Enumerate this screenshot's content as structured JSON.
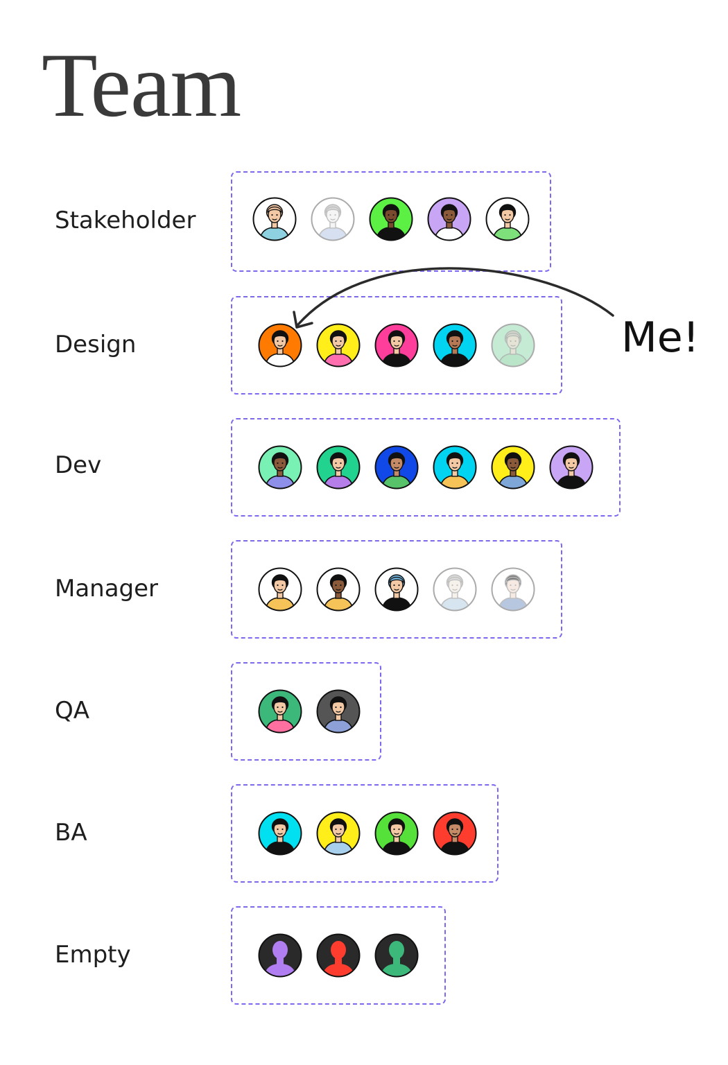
{
  "title": "Team",
  "annotation": "Me!",
  "rows": [
    {
      "label": "Stakeholder",
      "avatars": [
        {
          "name": "person-avatar",
          "bg": "#ffffff",
          "skin": "#f3c8a4",
          "hair": "#f0c2a0",
          "shirt": "#8ed1e0",
          "faded": false
        },
        {
          "name": "person-avatar",
          "bg": "#ffffff",
          "skin": "#f2f2f2",
          "hair": "#c8c8c8",
          "shirt": "#c9d6ec",
          "faded": true
        },
        {
          "name": "person-avatar",
          "bg": "#5cf045",
          "skin": "#7a4a2e",
          "hair": "#111111",
          "shirt": "#111111",
          "faded": false
        },
        {
          "name": "person-avatar",
          "bg": "#c9a6f5",
          "skin": "#8a5a3a",
          "hair": "#111111",
          "shirt": "#ffffff",
          "faded": false
        },
        {
          "name": "person-avatar",
          "bg": "#ffffff",
          "skin": "#f3c8a4",
          "hair": "#111111",
          "shirt": "#7de07a",
          "faded": false
        }
      ]
    },
    {
      "label": "Design",
      "avatars": [
        {
          "name": "person-avatar",
          "bg": "#ff7a00",
          "skin": "#f3c8a4",
          "hair": "#111111",
          "shirt": "#ffffff",
          "faded": false
        },
        {
          "name": "person-avatar",
          "bg": "#ffee1a",
          "skin": "#f3c8a4",
          "hair": "#111111",
          "shirt": "#ff6fb0",
          "faded": false
        },
        {
          "name": "person-avatar",
          "bg": "#ff3d9a",
          "skin": "#f3c8a4",
          "hair": "#111111",
          "shirt": "#111111",
          "faded": false
        },
        {
          "name": "person-avatar",
          "bg": "#00d4f0",
          "skin": "#b57a55",
          "hair": "#111111",
          "shirt": "#111111",
          "faded": false
        },
        {
          "name": "person-avatar",
          "bg": "#c5ebd5",
          "skin": "#eee0d5",
          "hair": "#d8cfc8",
          "shirt": "#b7e3c4",
          "faded": true
        }
      ]
    },
    {
      "label": "Dev",
      "avatars": [
        {
          "name": "person-avatar",
          "bg": "#79f0b4",
          "skin": "#8a5a3a",
          "hair": "#111111",
          "shirt": "#8e8fe8",
          "faded": false
        },
        {
          "name": "person-avatar",
          "bg": "#22d38f",
          "skin": "#f3c8a4",
          "hair": "#111111",
          "shirt": "#b67ee8",
          "faded": false
        },
        {
          "name": "person-avatar",
          "bg": "#1149e8",
          "skin": "#c58a66",
          "hair": "#111111",
          "shirt": "#58c26a",
          "faded": false
        },
        {
          "name": "person-avatar",
          "bg": "#00d4f0",
          "skin": "#f3c8a4",
          "hair": "#111111",
          "shirt": "#f6c358",
          "faded": false
        },
        {
          "name": "person-avatar",
          "bg": "#ffee1a",
          "skin": "#8a5a3a",
          "hair": "#111111",
          "shirt": "#7ea7d8",
          "faded": false
        },
        {
          "name": "person-avatar",
          "bg": "#c9a6f5",
          "skin": "#f3c8a4",
          "hair": "#111111",
          "shirt": "#111111",
          "faded": false
        }
      ]
    },
    {
      "label": "Manager",
      "avatars": [
        {
          "name": "person-avatar",
          "bg": "#ffffff",
          "skin": "#f3c8a4",
          "hair": "#111111",
          "shirt": "#f6c358",
          "faded": false
        },
        {
          "name": "person-avatar",
          "bg": "#ffffff",
          "skin": "#8a5a3a",
          "hair": "#111111",
          "shirt": "#f6c358",
          "faded": false
        },
        {
          "name": "person-avatar",
          "bg": "#ffffff",
          "skin": "#f3c8a4",
          "hair": "#6fb0d8",
          "shirt": "#111111",
          "faded": false
        },
        {
          "name": "person-avatar",
          "bg": "#ffffff",
          "skin": "#f5ece6",
          "hair": "#cccccc",
          "shirt": "#c8dcea",
          "faded": true
        },
        {
          "name": "person-avatar",
          "bg": "#ffffff",
          "skin": "#f3e3d8",
          "hair": "#555555",
          "shirt": "#9fb4d6",
          "faded": true
        }
      ]
    },
    {
      "label": "QA",
      "avatars": [
        {
          "name": "person-avatar",
          "bg": "#3cb87a",
          "skin": "#f3c8a4",
          "hair": "#111111",
          "shirt": "#ff6fa0",
          "faded": false
        },
        {
          "name": "person-avatar",
          "bg": "#555555",
          "skin": "#f3c8a4",
          "hair": "#111111",
          "shirt": "#8ea0d8",
          "faded": false
        }
      ]
    },
    {
      "label": "BA",
      "avatars": [
        {
          "name": "person-avatar",
          "bg": "#00e0f0",
          "skin": "#f3c8a4",
          "hair": "#111111",
          "shirt": "#111111",
          "faded": false
        },
        {
          "name": "person-avatar",
          "bg": "#ffee1a",
          "skin": "#f3c8a4",
          "hair": "#111111",
          "shirt": "#a8d0ec",
          "faded": false
        },
        {
          "name": "person-avatar",
          "bg": "#55e03a",
          "skin": "#f3c8a4",
          "hair": "#111111",
          "shirt": "#111111",
          "faded": false
        },
        {
          "name": "person-avatar",
          "bg": "#ff3d2e",
          "skin": "#c58a66",
          "hair": "#111111",
          "shirt": "#111111",
          "faded": false
        }
      ]
    },
    {
      "label": "Empty",
      "avatars": [
        {
          "name": "silhouette-avatar",
          "bg": "#2a2a2a",
          "color": "#b07ef0",
          "silhouette": true
        },
        {
          "name": "silhouette-avatar",
          "bg": "#2a2a2a",
          "color": "#ff3d2e",
          "silhouette": true
        },
        {
          "name": "silhouette-avatar",
          "bg": "#2a2a2a",
          "color": "#3cb87a",
          "silhouette": true
        }
      ]
    }
  ],
  "colors": {
    "dashed_border": "#7b68ee",
    "title": "#3a3a3a",
    "text": "#1e1e1e"
  }
}
